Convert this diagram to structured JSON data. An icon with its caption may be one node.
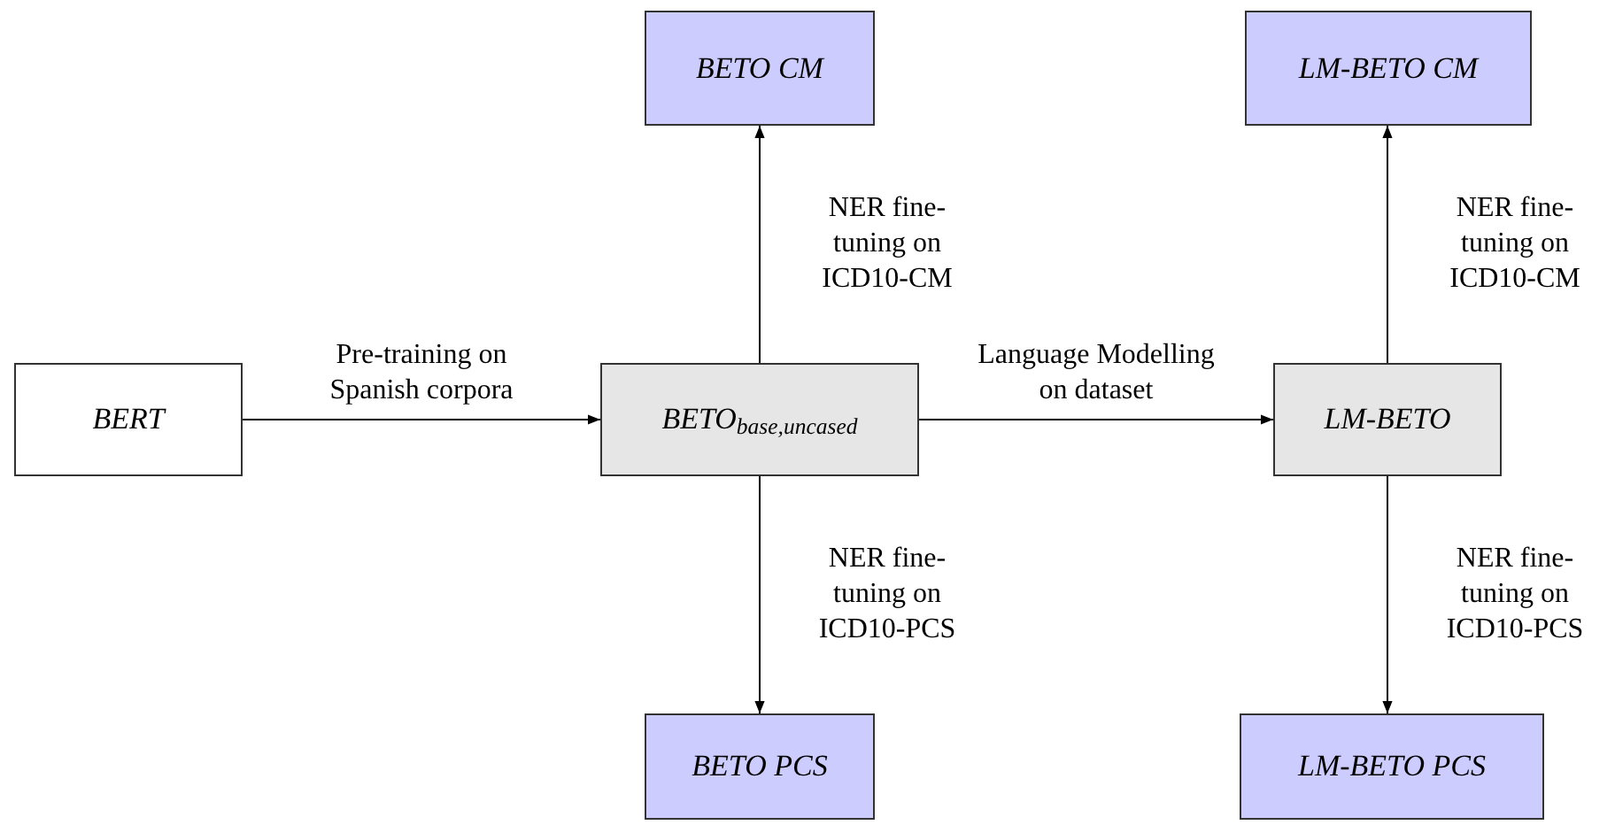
{
  "diagram": {
    "nodes": [
      {
        "text": [
          "BERT"
        ]
      },
      {
        "text": [
          "BETO$_{base,uncased}$"
        ]
      },
      {
        "text": [
          "LM-BETO"
        ]
      },
      {
        "text": [
          "BETO CM"
        ]
      },
      {
        "text": [
          "BETO PCS"
        ]
      },
      {
        "text": [
          "LM-BETO CM"
        ]
      },
      {
        "text": [
          "LM-BETO PCS"
        ]
      }
    ],
    "edges": [
      {
        "from": 0,
        "to": 1,
        "arrow": "to",
        "label": "Pre-training on Spanish corpora"
      },
      {
        "from": 1,
        "to": 2,
        "arrow": "to",
        "label": "Language Modelling on dataset"
      },
      {
        "from": 1,
        "to": 3,
        "arrow": "to",
        "label": "NER fine-tuning on ICD10-CM"
      },
      {
        "from": 1,
        "to": 4,
        "arrow": "to",
        "label": "NER fine-tuning on ICD10-PCS"
      },
      {
        "from": 2,
        "to": 5,
        "arrow": "to",
        "label": "NER fine-tuning on ICD10-CM"
      },
      {
        "from": 2,
        "to": 6,
        "arrow": "to",
        "label": "NER fine-tuning on ICD10-PCS"
      }
    ]
  }
}
